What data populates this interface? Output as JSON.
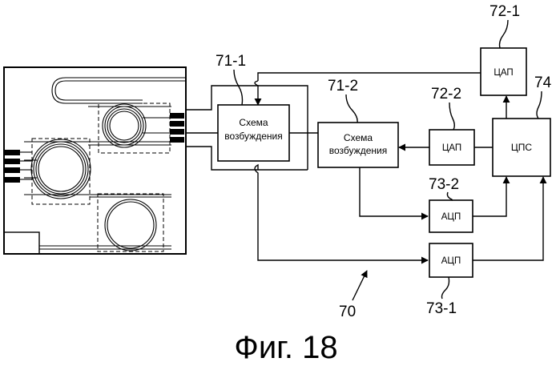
{
  "figure": {
    "caption": "Фиг. 18",
    "system_label": "70"
  },
  "blocks": {
    "driver1": {
      "ref": "71-1",
      "line1": "Схема",
      "line2": "возбуждения"
    },
    "driver2": {
      "ref": "71-2",
      "line1": "Схема",
      "line2": "возбуждения"
    },
    "dac1": {
      "ref": "72-1",
      "label": "ЦАП"
    },
    "dac2": {
      "ref": "72-2",
      "label": "ЦАП"
    },
    "adc2": {
      "ref": "73-2",
      "label": "АЦП"
    },
    "adc1": {
      "ref": "73-1",
      "label": "АЦП"
    },
    "dsp": {
      "ref": "74",
      "label": "ЦПС"
    }
  },
  "colors": {
    "ink": "#000000",
    "background": "#ffffff"
  }
}
